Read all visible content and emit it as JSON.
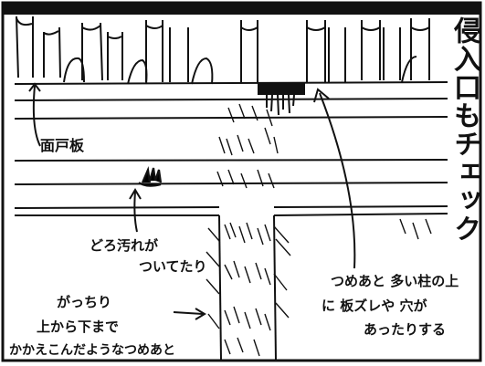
{
  "annotations": {
    "title": "侵入口もチェック",
    "fascia": "面戸板",
    "mud_line1": "どろ汚れが",
    "mud_line2": "ついてたり",
    "scratch_line1": "がっちり",
    "scratch_line2": "上から下まで",
    "scratch_line3": "かかえこんだようなつめあと",
    "post_line1": "つめあと 多い柱の上",
    "post_line2": "に 板ズレや 穴が",
    "post_line3": "あったりする"
  }
}
